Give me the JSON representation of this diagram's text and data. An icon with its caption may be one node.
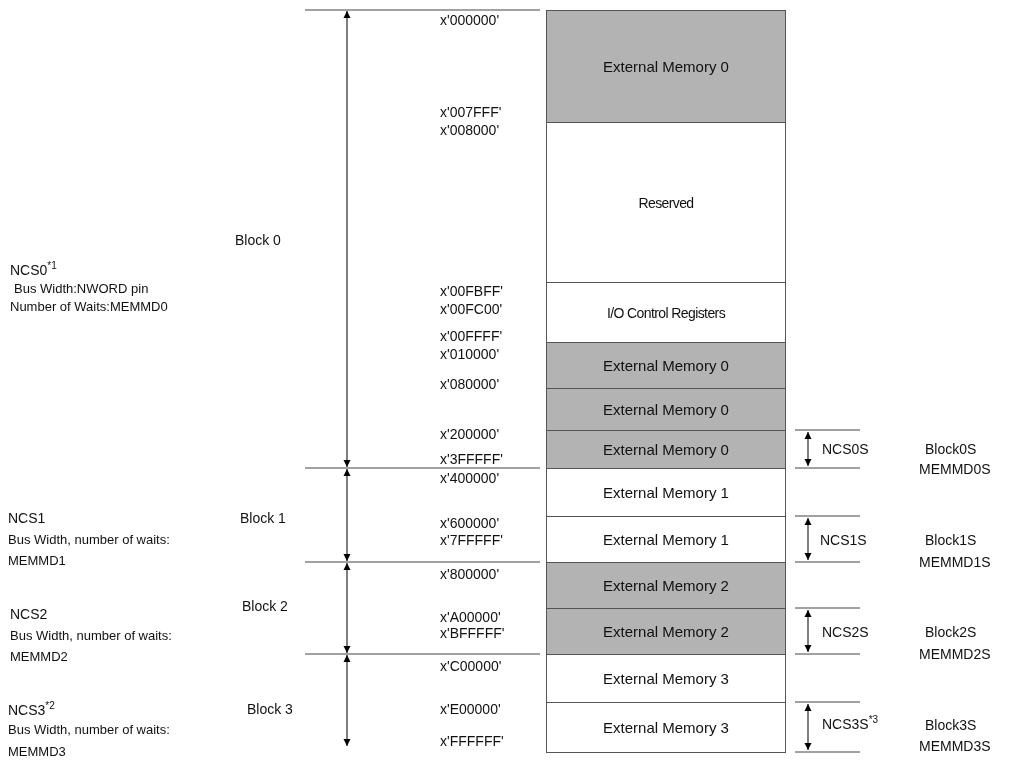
{
  "diagram": {
    "nodes": [
      {
        "text": [
          "External Memory 0"
        ]
      },
      {
        "text": [
          "Reserved"
        ]
      },
      {
        "text": [
          "I/O Control Registers"
        ]
      },
      {
        "text": [
          "External Memory 0"
        ]
      },
      {
        "text": [
          "External Memory 0"
        ]
      },
      {
        "text": [
          "External Memory 0"
        ]
      },
      {
        "text": [
          "External Memory 1"
        ]
      },
      {
        "text": [
          "External Memory 1"
        ]
      },
      {
        "text": [
          "External Memory 2"
        ]
      },
      {
        "text": [
          "External Memory 2"
        ]
      },
      {
        "text": [
          "External Memory 3"
        ]
      },
      {
        "text": [
          "External Memory 3"
        ]
      }
    ],
    "labels": [
      "x'000000'",
      "x'007FFF'",
      "x'008000'",
      "NCS0$^{*1}$",
      "Block 0",
      "Bus Width:NWORD pin",
      "Number of Waits:MEMMD0",
      "x'00FBFF'",
      "x'00FC00'",
      "x'00FFFF'",
      "x'010000'",
      "x'080000'",
      "x'200000'",
      "x'3FFFFF'",
      "NCS0S",
      "Block0S",
      "MEMMD0S",
      "x'400000'",
      "NCS1",
      "Block 1",
      "Bus Width, number of waits:",
      "x'600000'",
      "x'7FFFFF'",
      "NCS1S",
      "Block1S",
      "MEMMD1",
      "MEMMD1S",
      "x'800000'",
      "NCS2",
      "Block 2",
      "x'A00000'",
      "Bus Width, number of waits:",
      "x'BFFFFF'",
      "NCS2S",
      "Block2S",
      "MEMMD2",
      "MEMMD2S",
      "x'C00000'",
      "NCS3$^{*2}$",
      "Block 3",
      "x'E00000'",
      "Bus Width, number of waits:",
      "NCS3S$^{*3}$",
      "Block3S",
      "x'FFFFFF'",
      "MEMMD3",
      "MEMMD3S"
    ]
  }
}
